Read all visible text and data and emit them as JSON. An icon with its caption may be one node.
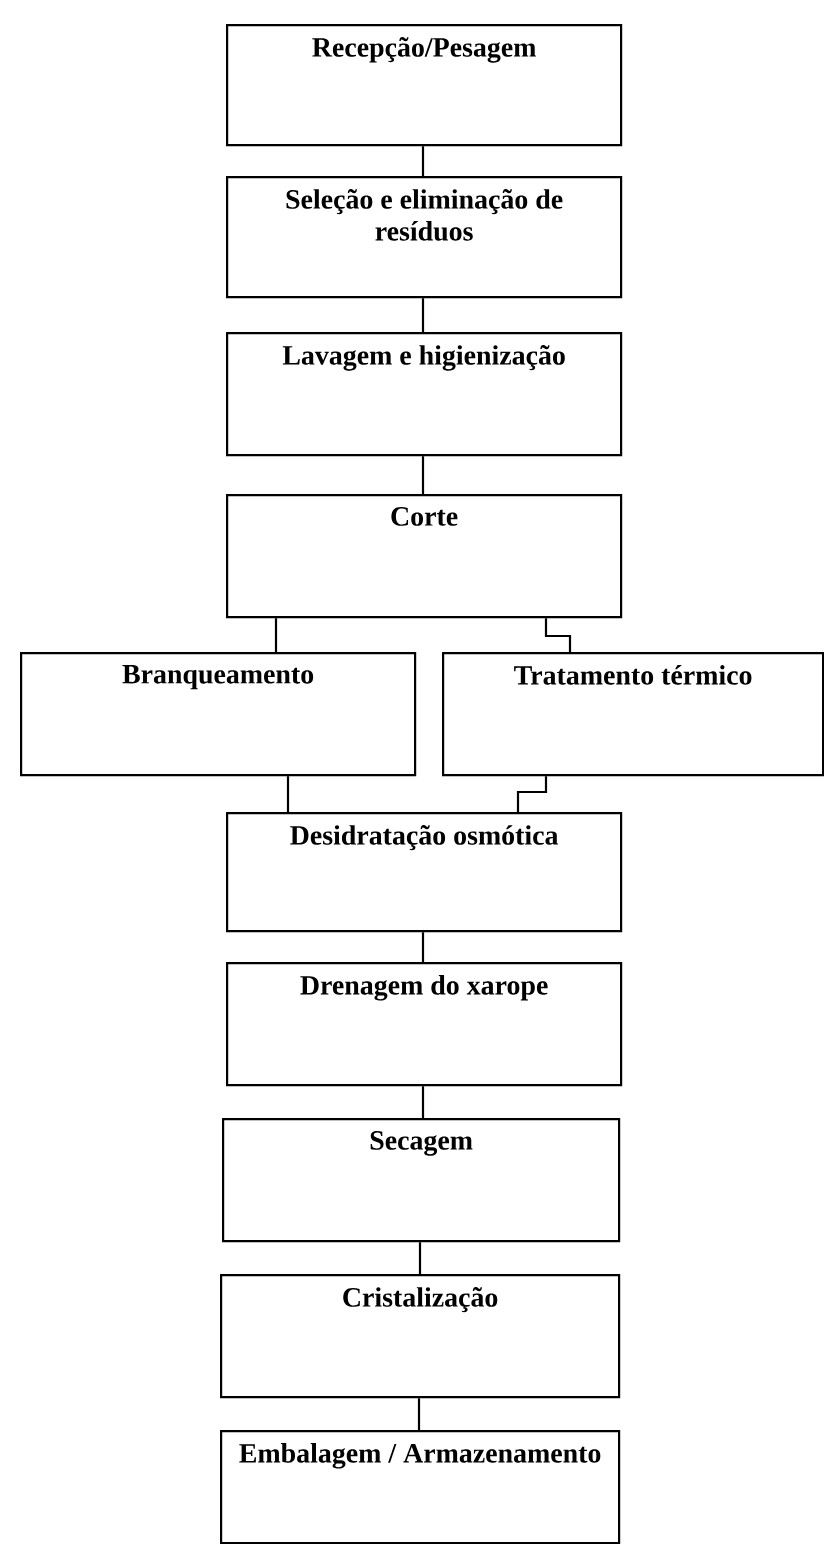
{
  "diagram": {
    "nodes": [
      {
        "text": [
          "Recepção/Pesagem"
        ]
      },
      {
        "text": [
          "Seleção e eliminação de resíduos"
        ]
      },
      {
        "text": [
          "Lavagem e higienização"
        ]
      },
      {
        "text": [
          "Corte"
        ]
      },
      {
        "text": [
          "Branqueamento"
        ]
      },
      {
        "text": [
          "Tratamento térmico"
        ]
      },
      {
        "text": [
          "Desidratação osmótica"
        ]
      },
      {
        "text": [
          "Drenagem do xarope"
        ]
      },
      {
        "text": [
          "Secagem"
        ]
      },
      {
        "text": [
          "Cristalização"
        ]
      },
      {
        "text": [
          "Embalagem / Armazenamento"
        ]
      }
    ],
    "edges": [
      {
        "from": 0,
        "to": 1,
        "arrow": "none"
      },
      {
        "from": 1,
        "to": 2,
        "arrow": "none"
      },
      {
        "from": 2,
        "to": 3,
        "arrow": "none"
      },
      {
        "from": 3,
        "to": 4,
        "arrow": "none"
      },
      {
        "from": 3,
        "to": 5,
        "arrow": "none"
      },
      {
        "from": 4,
        "to": 6,
        "arrow": "none"
      },
      {
        "from": 5,
        "to": 6,
        "arrow": "none"
      },
      {
        "from": 6,
        "to": 7,
        "arrow": "none"
      },
      {
        "from": 7,
        "to": 8,
        "arrow": "none"
      },
      {
        "from": 8,
        "to": 9,
        "arrow": "none"
      },
      {
        "from": 9,
        "to": 10,
        "arrow": "none"
      }
    ]
  }
}
